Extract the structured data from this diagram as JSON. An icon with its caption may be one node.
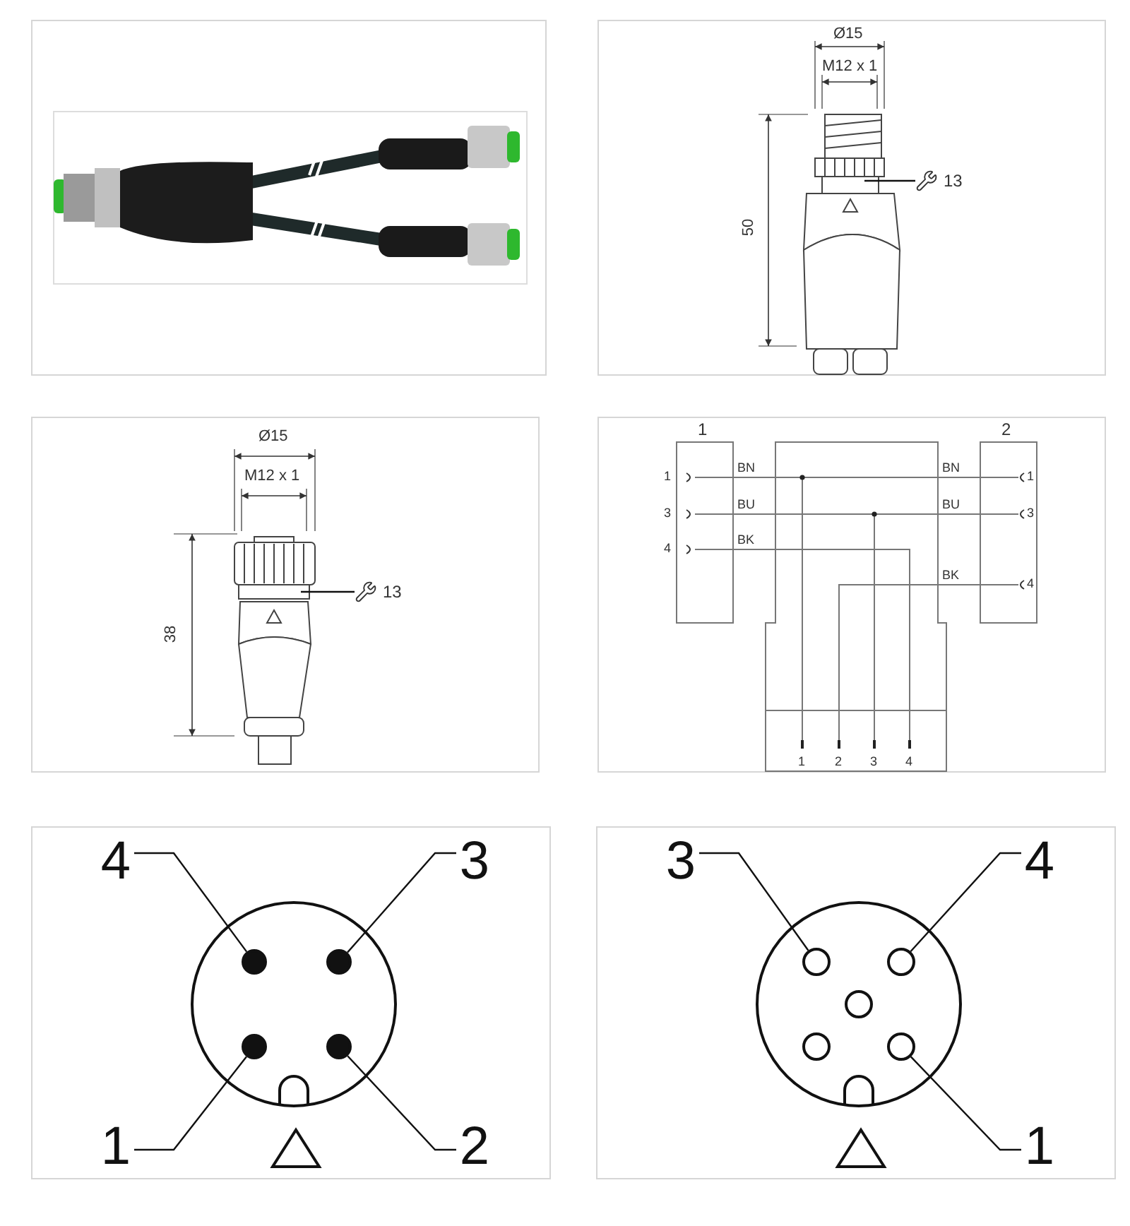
{
  "diagram": {
    "nodes": [
      {
        "text": [],
        "shape": "box"
      },
      {
        "text": [],
        "shape": "box"
      },
      {
        "text": [
          "13"
        ],
        "in": 1
      },
      {
        "text": [],
        "shape": "box"
      },
      {
        "text": [
          "13"
        ],
        "in": 3
      },
      {
        "text": [],
        "shape": "box"
      },
      {
        "text": [],
        "shape": "box"
      },
      {
        "text": [
          "4"
        ],
        "in": 6
      },
      {
        "text": [
          "3"
        ],
        "in": 6
      },
      {
        "text": [],
        "shape": "circle",
        "in": 6
      },
      {
        "text": [],
        "shape": "circle",
        "in": 6
      },
      {
        "text": [],
        "shape": "circle",
        "in": 6
      },
      {
        "text": [],
        "shape": "circle",
        "in": 6
      },
      {
        "text": [
          "1"
        ],
        "in": 6
      },
      {
        "text": [
          "2"
        ],
        "in": 6
      },
      {
        "text": [],
        "shape": "box"
      },
      {
        "text": [
          "3"
        ],
        "in": 15
      },
      {
        "text": [
          "4"
        ],
        "in": 15
      },
      {
        "text": [],
        "shape": "circle",
        "in": 15
      },
      {
        "text": [],
        "shape": "circle",
        "in": 15
      },
      {
        "text": [],
        "shape": "circle",
        "in": 15
      },
      {
        "text": [],
        "shape": "circle",
        "in": 15
      },
      {
        "text": [],
        "shape": "circle",
        "in": 15
      },
      {
        "text": [
          "1"
        ],
        "in": 15
      }
    ],
    "edges": [
      {
        "from": 2,
        "to": null,
        "arrow": "none"
      },
      {
        "from": 4,
        "to": null,
        "arrow": "none"
      },
      {
        "from": 7,
        "to": 9,
        "arrow": "none"
      },
      {
        "from": 8,
        "to": 10,
        "arrow": "none"
      },
      {
        "from": 13,
        "to": 11,
        "arrow": "none"
      },
      {
        "from": 14,
        "to": 12,
        "arrow": "none"
      },
      {
        "from": 16,
        "to": 18,
        "arrow": "none"
      },
      {
        "from": 17,
        "to": 19,
        "arrow": "none"
      },
      {
        "from": 23,
        "to": 22,
        "arrow": "none"
      }
    ],
    "labels": [
      "Ø15",
      "M12 x 1",
      "50",
      "Ø15",
      "M12 x 1",
      "38",
      "1",
      "2",
      "1",
      "BN",
      "BN",
      "1",
      "3",
      "BU",
      "BU",
      "3",
      "4",
      "BK",
      "BK",
      "4",
      "1",
      "2",
      "3",
      "4"
    ]
  }
}
